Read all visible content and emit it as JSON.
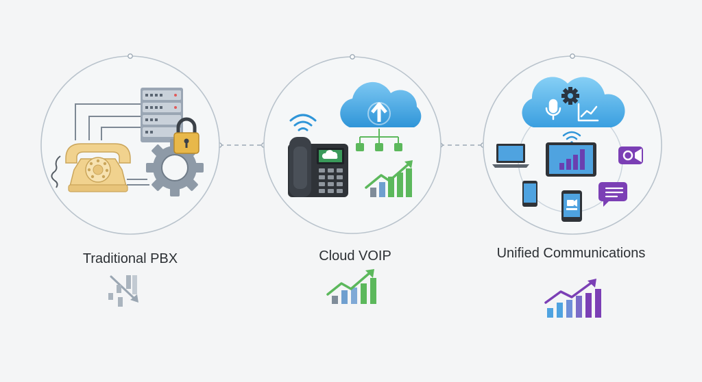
{
  "stages": [
    {
      "label": "Traditional PBX",
      "trend": "declining",
      "trend_color": "#9aa6b2"
    },
    {
      "label": "Cloud VOIP",
      "trend": "growing",
      "trend_color": "#5cb85c"
    },
    {
      "label": "Unified Communications",
      "trend": "strong growth",
      "trend_color": "#7b3fb5"
    }
  ],
  "icons": [
    "telephone-icon",
    "server-rack-icon",
    "padlock-icon",
    "gear-icon",
    "wifi-icon",
    "desk-phone-icon",
    "cloud-upload-icon",
    "bar-chart-icon",
    "cloud-icon",
    "microphone-icon",
    "laptop-icon",
    "tablet-icon",
    "video-camera-icon",
    "smartphone-icon",
    "chat-bubble-icon"
  ],
  "colors": {
    "circle_stroke": "#b9c3cc",
    "connector": "#9aa7b3",
    "cloud_blue": "#3fa9e8",
    "growth_green": "#5cb85c",
    "purple": "#7b3fb5",
    "phone_beige": "#f1d28e",
    "dark_device": "#2f3338"
  }
}
